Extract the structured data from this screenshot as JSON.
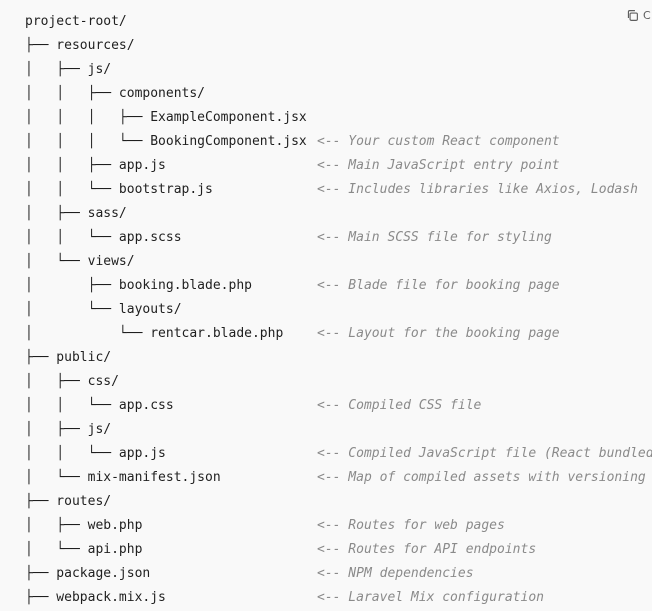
{
  "copy_button": {
    "icon": "copy-icon",
    "label": "C"
  },
  "lines": [
    {
      "tree": "project-root/",
      "comment": ""
    },
    {
      "tree": "├── resources/",
      "comment": ""
    },
    {
      "tree": "│   ├── js/",
      "comment": ""
    },
    {
      "tree": "│   │   ├── components/",
      "comment": ""
    },
    {
      "tree": "│   │   │   ├── ExampleComponent.jsx",
      "comment": ""
    },
    {
      "tree": "│   │   │   └── BookingComponent.jsx",
      "comment": "<-- Your custom React component"
    },
    {
      "tree": "│   │   ├── app.js",
      "comment": "<-- Main JavaScript entry point"
    },
    {
      "tree": "│   │   └── bootstrap.js",
      "comment": "<-- Includes libraries like Axios, Lodash"
    },
    {
      "tree": "│   ├── sass/",
      "comment": ""
    },
    {
      "tree": "│   │   └── app.scss",
      "comment": "<-- Main SCSS file for styling"
    },
    {
      "tree": "│   └── views/",
      "comment": ""
    },
    {
      "tree": "│       ├── booking.blade.php",
      "comment": "<-- Blade file for booking page"
    },
    {
      "tree": "│       └── layouts/",
      "comment": ""
    },
    {
      "tree": "│           └── rentcar.blade.php",
      "comment": "<-- Layout for the booking page"
    },
    {
      "tree": "├── public/",
      "comment": ""
    },
    {
      "tree": "│   ├── css/",
      "comment": ""
    },
    {
      "tree": "│   │   └── app.css",
      "comment": "<-- Compiled CSS file"
    },
    {
      "tree": "│   ├── js/",
      "comment": ""
    },
    {
      "tree": "│   │   └── app.js",
      "comment": "<-- Compiled JavaScript file (React bundled)"
    },
    {
      "tree": "│   └── mix-manifest.json",
      "comment": "<-- Map of compiled assets with versioning"
    },
    {
      "tree": "├── routes/",
      "comment": ""
    },
    {
      "tree": "│   ├── web.php",
      "comment": "<-- Routes for web pages"
    },
    {
      "tree": "│   └── api.php",
      "comment": "<-- Routes for API endpoints"
    },
    {
      "tree": "├── package.json",
      "comment": "<-- NPM dependencies"
    },
    {
      "tree": "├── webpack.mix.js",
      "comment": "<-- Laravel Mix configuration"
    }
  ]
}
